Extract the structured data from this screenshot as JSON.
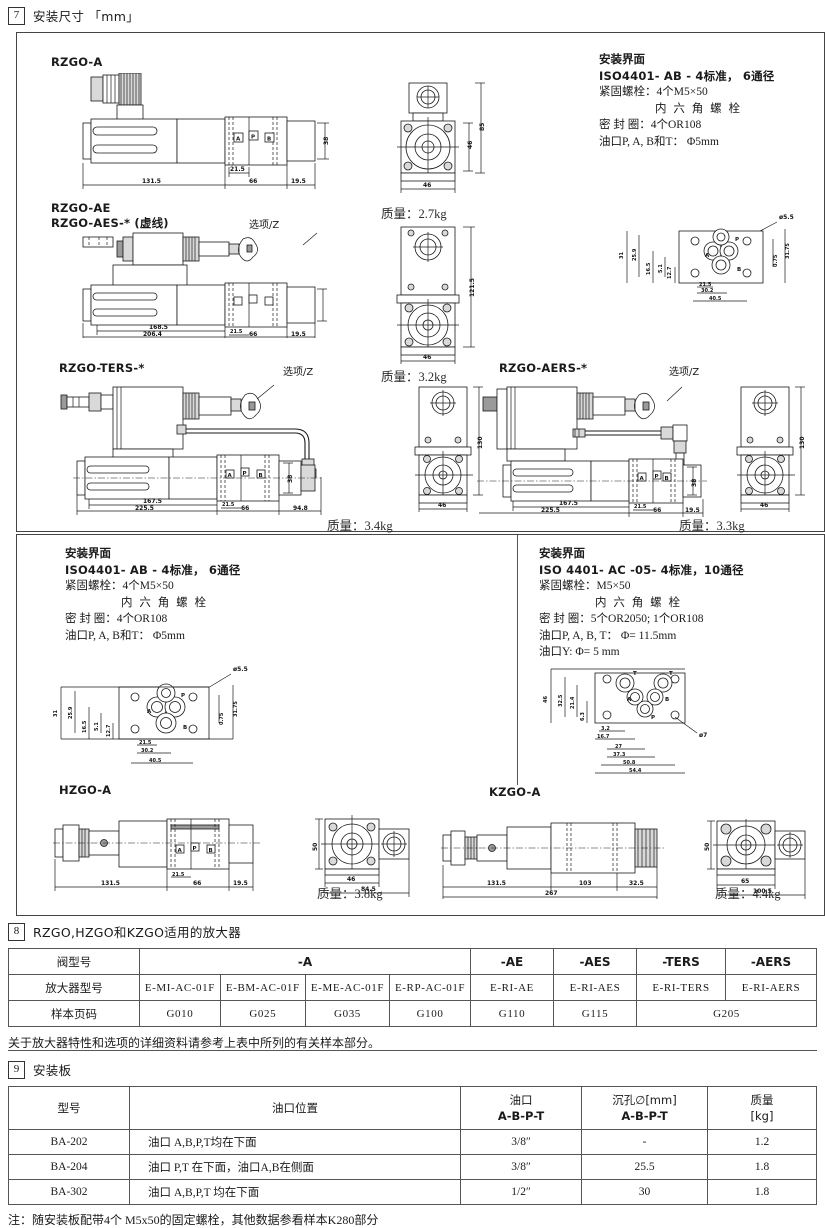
{
  "sections": {
    "dimensions": {
      "num": "7",
      "title": "安装尺寸 「mm」"
    },
    "amplifier": {
      "num": "8",
      "title": "RZGO,HZGO和KZGO适用的放大器"
    },
    "plate": {
      "num": "9",
      "title": "安装板"
    }
  },
  "drawings": [
    {
      "id": "rzgo-a",
      "label": "RZGO-A",
      "sub": "",
      "mass": "质量：2.7kg",
      "dims": [
        "131.5",
        "66",
        "19.5",
        "21.5",
        "38",
        "46",
        "85"
      ]
    },
    {
      "id": "rzgo-ae",
      "label": "RZGO-AE",
      "sub": "RZGO-AES-* (虚线)",
      "mass": "质量：3.2kg",
      "dims": [
        "168.5",
        "206.4",
        "66",
        "19.5",
        "21.5",
        "121.5",
        "46"
      ],
      "option": "选项/Z"
    },
    {
      "id": "rzgo-ters",
      "label": "RZGO-TERS-*",
      "sub": "",
      "mass": "质量：3.4kg",
      "dims": [
        "167.5",
        "225.5",
        "66",
        "94.8",
        "21.5",
        "38",
        "130",
        "46"
      ],
      "option": "选项/Z"
    },
    {
      "id": "rzgo-aers",
      "label": "RZGO-AERS-*",
      "sub": "",
      "mass": "质量：3.3kg",
      "dims": [
        "167.5",
        "225.5",
        "66",
        "19.5",
        "21.5",
        "38",
        "130",
        "46"
      ],
      "option": "选项/Z"
    },
    {
      "id": "hzgo-a",
      "label": "HZGO-A",
      "sub": "",
      "mass": "质量：3.8kg",
      "dims": [
        "131.5",
        "66",
        "19.5",
        "21.5",
        "50",
        "46",
        "84.5"
      ]
    },
    {
      "id": "kzgo-a",
      "label": "KZGO-A",
      "sub": "",
      "mass": "质量：4.4kg",
      "dims": [
        "131.5",
        "103",
        "32.5",
        "267",
        "50",
        "65",
        "100.5"
      ]
    }
  ],
  "specs": {
    "iso_ab_top": {
      "heading": "安装界面",
      "standard": "ISO4401- AB - 4标准， 6通径",
      "lines": [
        "紧固螺栓：4个M5×50",
        "内 六 角 螺 栓",
        "密 封 圈：4个OR108",
        "油口P, A, B和T： Φ5mm"
      ]
    },
    "iso_ab_bottom": {
      "heading": "安装界面",
      "standard": "ISO4401- AB - 4标准， 6通径",
      "lines": [
        "紧固螺栓：4个M5×50",
        "内 六 角 螺 栓",
        "密 封 圈：4个OR108",
        "油口P, A, B和T： Φ5mm"
      ]
    },
    "iso_ac": {
      "heading": "安装界面",
      "standard": "ISO 4401- AC -05- 4标准，10通径",
      "lines": [
        "紧固螺栓：M5×50",
        "内 六 角 螺 栓",
        "密 封 圈：5个OR2050; 1个OR108",
        "油口P, A, B, T： Φ= 11.5mm",
        "油口Y: Φ= 5 mm"
      ]
    }
  },
  "mount_pattern_6": {
    "dims": [
      "31",
      "25.9",
      "16.5",
      "5.1",
      "12.7",
      "21.5",
      "30.2",
      "40.5",
      "31.75",
      "0.75"
    ],
    "hole": "ø5.5",
    "ports": [
      "A",
      "P",
      "B",
      "T"
    ]
  },
  "mount_pattern_10": {
    "dims": [
      "46",
      "32.5",
      "21.4",
      "6.3",
      "3.2",
      "16.7",
      "27",
      "37.3",
      "50.8",
      "54.4"
    ],
    "hole": "ø7",
    "ports": [
      "A",
      "P",
      "B",
      "T"
    ]
  },
  "amplifier_table": {
    "row_headers": [
      "阀型号",
      "放大器型号",
      "样本页码"
    ],
    "valve_groups": [
      {
        "label": "-A",
        "span": 4
      },
      {
        "label": "-AE",
        "span": 1
      },
      {
        "label": "-AES",
        "span": 1
      },
      {
        "label": "-TERS",
        "span": 1
      },
      {
        "label": "-AERS",
        "span": 1
      }
    ],
    "amplifier_models": [
      "E-MI-AC-01F",
      "E-BM-AC-01F",
      "E-ME-AC-01F",
      "E-RP-AC-01F",
      "E-RI-AE",
      "E-RI-AES",
      "E-RI-TERS",
      "E-RI-AERS"
    ],
    "catalog_pages": [
      {
        "value": "G010",
        "span": 1
      },
      {
        "value": "G025",
        "span": 1
      },
      {
        "value": "G035",
        "span": 1
      },
      {
        "value": "G100",
        "span": 1
      },
      {
        "value": "G110",
        "span": 1
      },
      {
        "value": "G115",
        "span": 1
      },
      {
        "value": "G205",
        "span": 2
      }
    ],
    "note": "关于放大器特性和选项的详细资料请参考上表中所列的有关样本部分。"
  },
  "plate_table": {
    "headers": [
      {
        "l1": "型号",
        "l2": ""
      },
      {
        "l1": "油口位置",
        "l2": ""
      },
      {
        "l1": "油口",
        "l2": "A-B-P-T"
      },
      {
        "l1": "沉孔∅[mm]",
        "l2": "A-B-P-T"
      },
      {
        "l1": "质量",
        "l2": "[kg]"
      }
    ],
    "rows": [
      {
        "model": "BA-202",
        "position": "油口 A,B,P,T均在下面",
        "port": "3/8″",
        "counterbore": "-",
        "mass": "1.2"
      },
      {
        "model": "BA-204",
        "position": "油口 P,T 在下面，油口A,B在侧面",
        "port": "3/8″",
        "counterbore": "25.5",
        "mass": "1.8"
      },
      {
        "model": "BA-302",
        "position": "油口 A,B,P,T 均在下面",
        "port": "1/2″",
        "counterbore": "30",
        "mass": "1.8"
      }
    ],
    "footnote": "注：随安装板配带4个 M5x50的固定螺栓，其他数据参看样本K280部分"
  },
  "colors": {
    "line": "#1a1a1a",
    "border": "#444444",
    "fill_gray": "#d9d9d9"
  }
}
